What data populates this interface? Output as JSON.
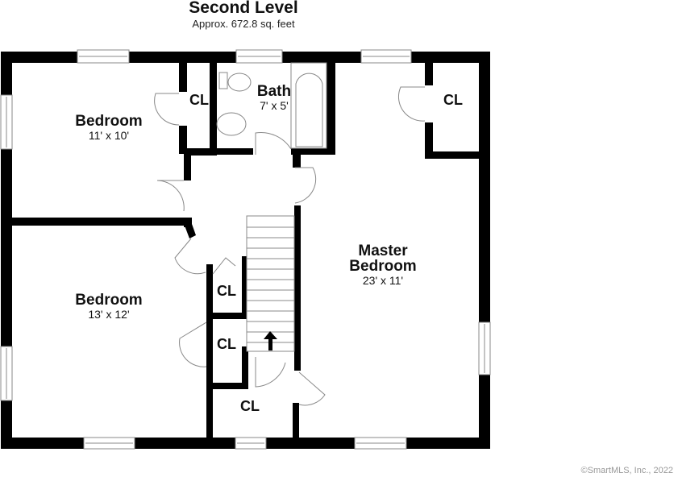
{
  "header": {
    "title": "Second Level",
    "subtitle": "Approx. 672.8 sq. feet"
  },
  "rooms": [
    {
      "name": "Bedroom",
      "dimensions": "11' x 10'"
    },
    {
      "name": "Bath",
      "dimensions": "7' x 5'"
    },
    {
      "name": "Bedroom",
      "dimensions": "13' x 12'"
    },
    {
      "name": "Master Bedroom",
      "name_line1": "Master",
      "name_line2": "Bedroom",
      "dimensions": "23' x 11'"
    }
  ],
  "closets": [
    {
      "label": "CL",
      "location": "upper-left bedroom closet"
    },
    {
      "label": "CL",
      "location": "master bedroom closet"
    },
    {
      "label": "CL",
      "location": "hall closet upper"
    },
    {
      "label": "CL",
      "location": "hall closet middle"
    },
    {
      "label": "CL",
      "location": "hall closet lower"
    }
  ],
  "stairs": {
    "direction": "up",
    "icon": "arrow-up-icon"
  },
  "footer": {
    "copyright": "©SmartMLS, Inc., 2022"
  },
  "colors": {
    "wall": "#000000",
    "background": "#ffffff",
    "fixture_line": "#888888"
  }
}
